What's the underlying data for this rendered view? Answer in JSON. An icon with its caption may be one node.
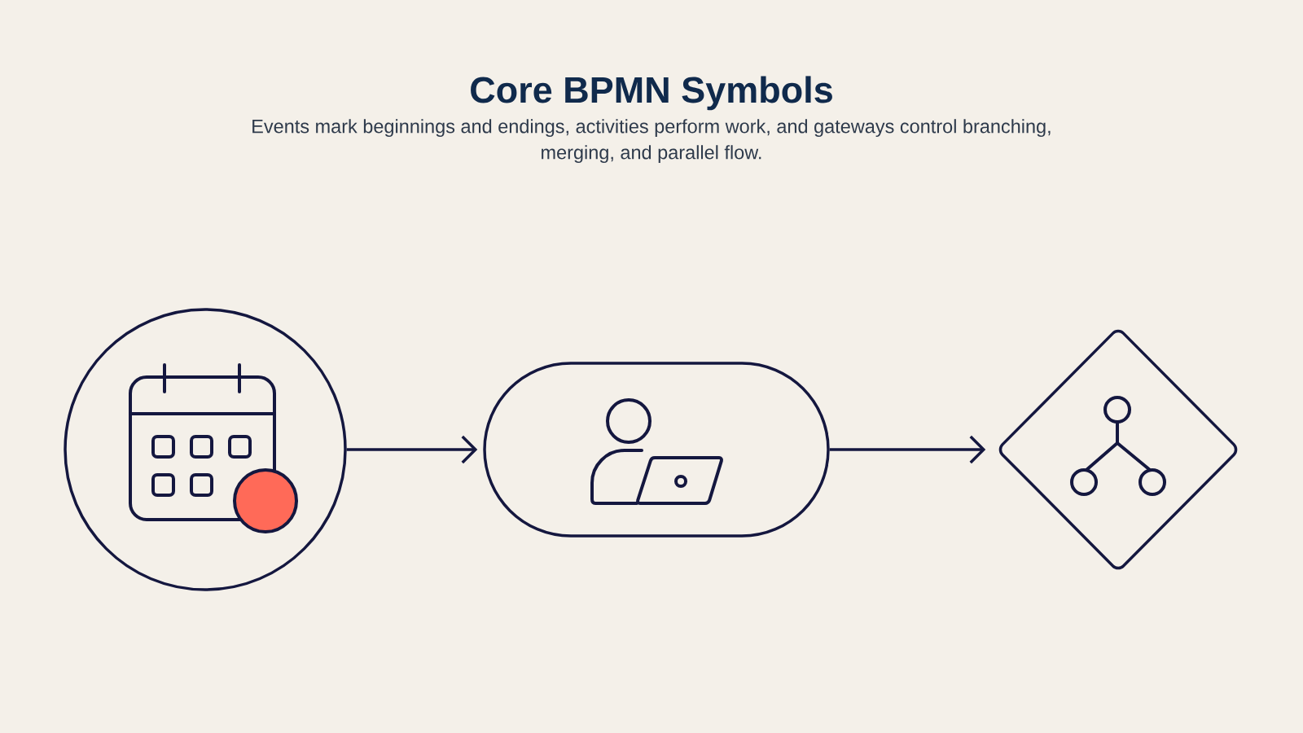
{
  "diagram": {
    "title": "Core BPMN Symbols",
    "caption": "Events mark beginnings and endings, activities perform work, and gateways control branching, merging, and parallel flow.",
    "nodes": [
      {
        "text": [],
        "shape": "circle"
      },
      {
        "text": [],
        "shape": "box"
      },
      {
        "text": [],
        "shape": "diamond"
      }
    ],
    "edges": [
      {
        "from": 0,
        "to": 1,
        "arrow": "to"
      },
      {
        "from": 1,
        "to": 2,
        "arrow": "to"
      }
    ]
  }
}
